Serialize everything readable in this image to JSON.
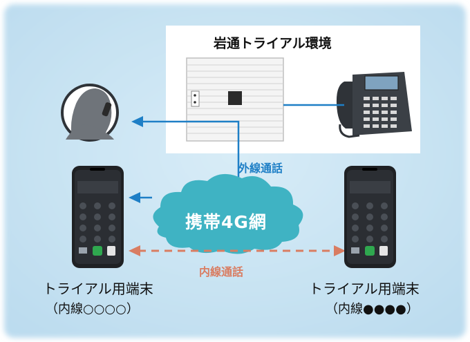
{
  "environment": {
    "title": "岩通トライアル環境"
  },
  "calls": {
    "external": "外線通話",
    "internal": "内線通話"
  },
  "network": {
    "label": "携帯4G網"
  },
  "terminals": {
    "left": {
      "title": "トライアル用端末",
      "extension": "（内線○○○○）"
    },
    "right": {
      "title": "トライアル用端末",
      "extension": "（内線●●●●）"
    }
  },
  "colors": {
    "background": "#cfe6f4",
    "external_line": "#1e7fc6",
    "internal_line": "#d97d62",
    "cloud": "#3fb3c3"
  },
  "icons": [
    "pbx-unit-icon",
    "desk-phone-icon",
    "user-silhouette-icon",
    "smartphone-icon",
    "cloud-icon"
  ]
}
